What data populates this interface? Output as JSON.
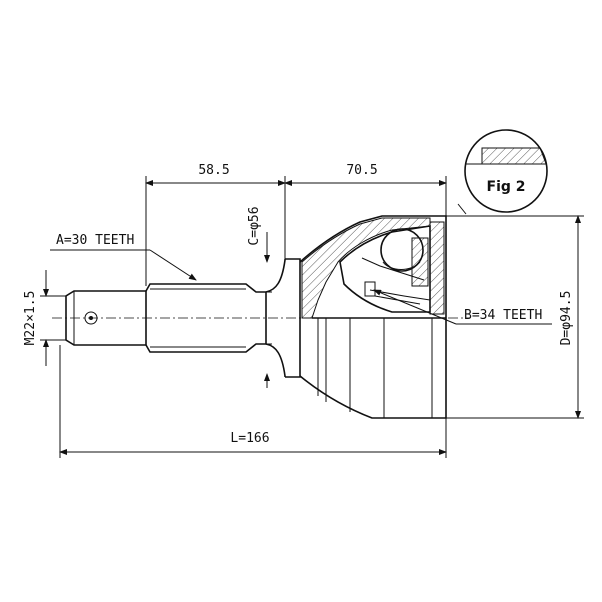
{
  "dimensions": {
    "top_left": "58.5",
    "top_right": "70.5",
    "bottom_length": "L=166",
    "thread": "M22×1.5",
    "shaft_diameter": "C=φ56",
    "outer_diameter": "D=φ94.5"
  },
  "labels": {
    "a_teeth": "A=30 TEETH",
    "b_teeth": "B=34 TEETH",
    "figure": "Fig 2"
  },
  "colors": {
    "line": "#111111",
    "background": "#ffffff"
  }
}
